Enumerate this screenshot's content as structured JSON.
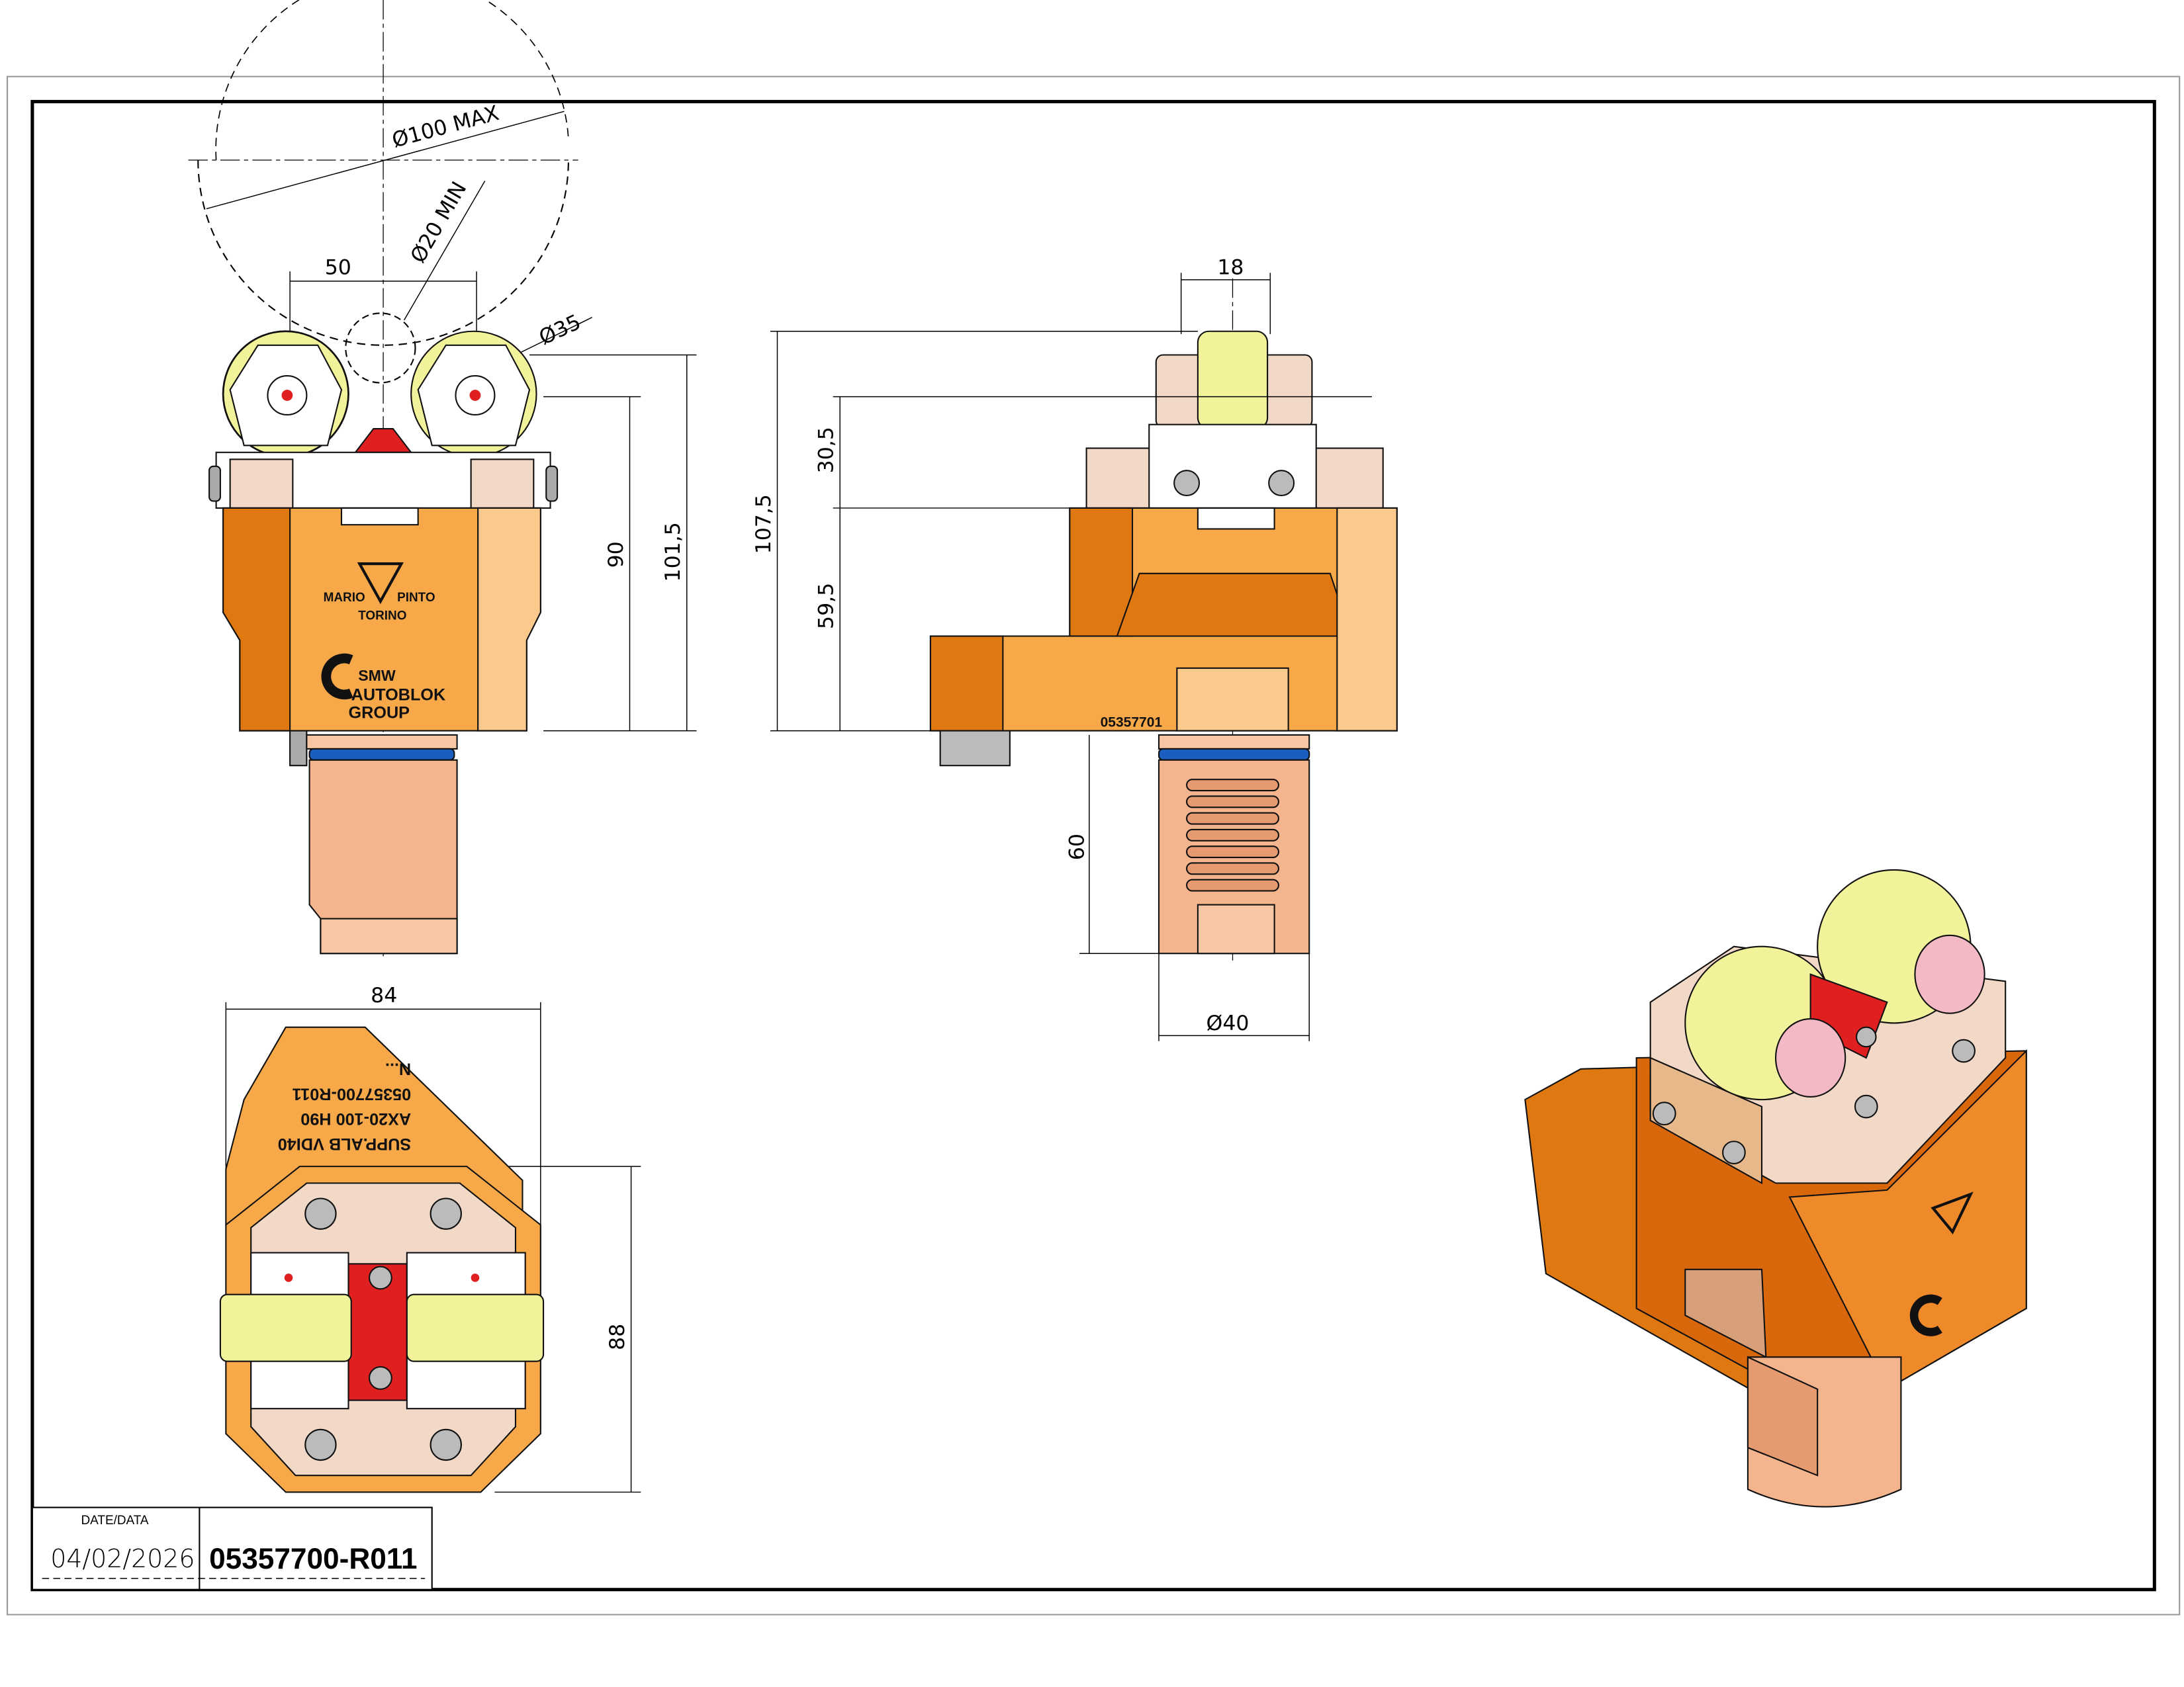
{
  "title_block": {
    "date_label": "DATE/DATA",
    "date_value": "04/02/2026",
    "drawing_number": "05357700-R011"
  },
  "dimensions": {
    "front": {
      "dia_max": "Ø100 MAX",
      "dia_min": "Ø20 MIN",
      "dia_roller": "Ø35",
      "width_50": "50",
      "height_90": "90",
      "height_101_5": "101,5"
    },
    "side": {
      "width_18": "18",
      "height_107_5": "107,5",
      "height_30_5": "30,5",
      "height_59_5": "59,5",
      "shank_60": "60",
      "shank_dia": "Ø40"
    },
    "bottom": {
      "width_84": "84",
      "depth_88": "88"
    }
  },
  "markings": {
    "brand_top": "MARIO",
    "brand_right": "PINTO",
    "brand_city": "TORINO",
    "group_line1": "SMW",
    "group_line2": "AUTOBLOK",
    "group_line3": "GROUP",
    "serial": "05357701",
    "label_lines": [
      "SUPP.ALB VDI40",
      "AX20-100 H90",
      "05357700-R011",
      "N..."
    ]
  },
  "colors": {
    "body_dark": "#e07812",
    "body_mid": "#f7a94a",
    "body_light": "#fcc98c",
    "roller": "#f2f29a",
    "shank": "#f4b58e",
    "plate": "#f2d8c6",
    "accent_red": "#e02020",
    "oring": "#1a5fc0"
  }
}
